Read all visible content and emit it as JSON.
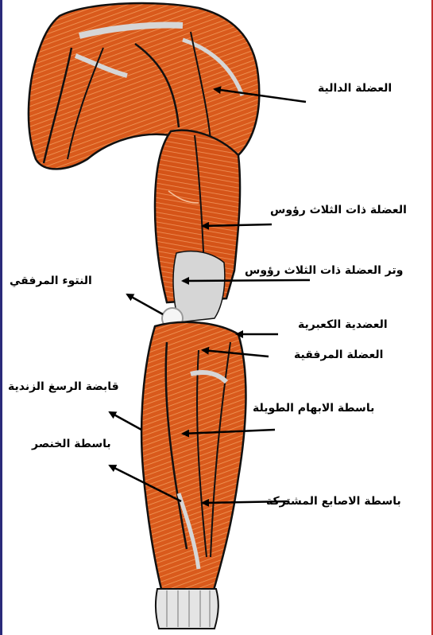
{
  "labels": {
    "deltoid": "العضلة الدالية",
    "triceps": "العضلة ذات الثلاث رؤوس",
    "triceps_tendon": "وتر العضلة ذات الثلاث رؤوس",
    "olecranon": "النتوء المرفقي",
    "brachioradialis": "العضدية الكعبرية",
    "anconeus": "العضلة المرفقية",
    "flexor_carpi_ulnaris": "قابضة الرسغ الزندية",
    "abductor_pollicis_longus": "باسطة الابهام الطويلة",
    "extensor_digiti_minimi": "باسطة الخنصر",
    "extensor_digitorum": "باسطة الاصابع المشتركة"
  },
  "colors": {
    "muscle": "#d95a1c",
    "muscle_dark": "#a83a0c",
    "tendon": "#d6d6d6",
    "fiber": "#f29a5a",
    "outline": "#111111",
    "frame_left": "#2a2a7a",
    "frame_right": "#c03030"
  }
}
